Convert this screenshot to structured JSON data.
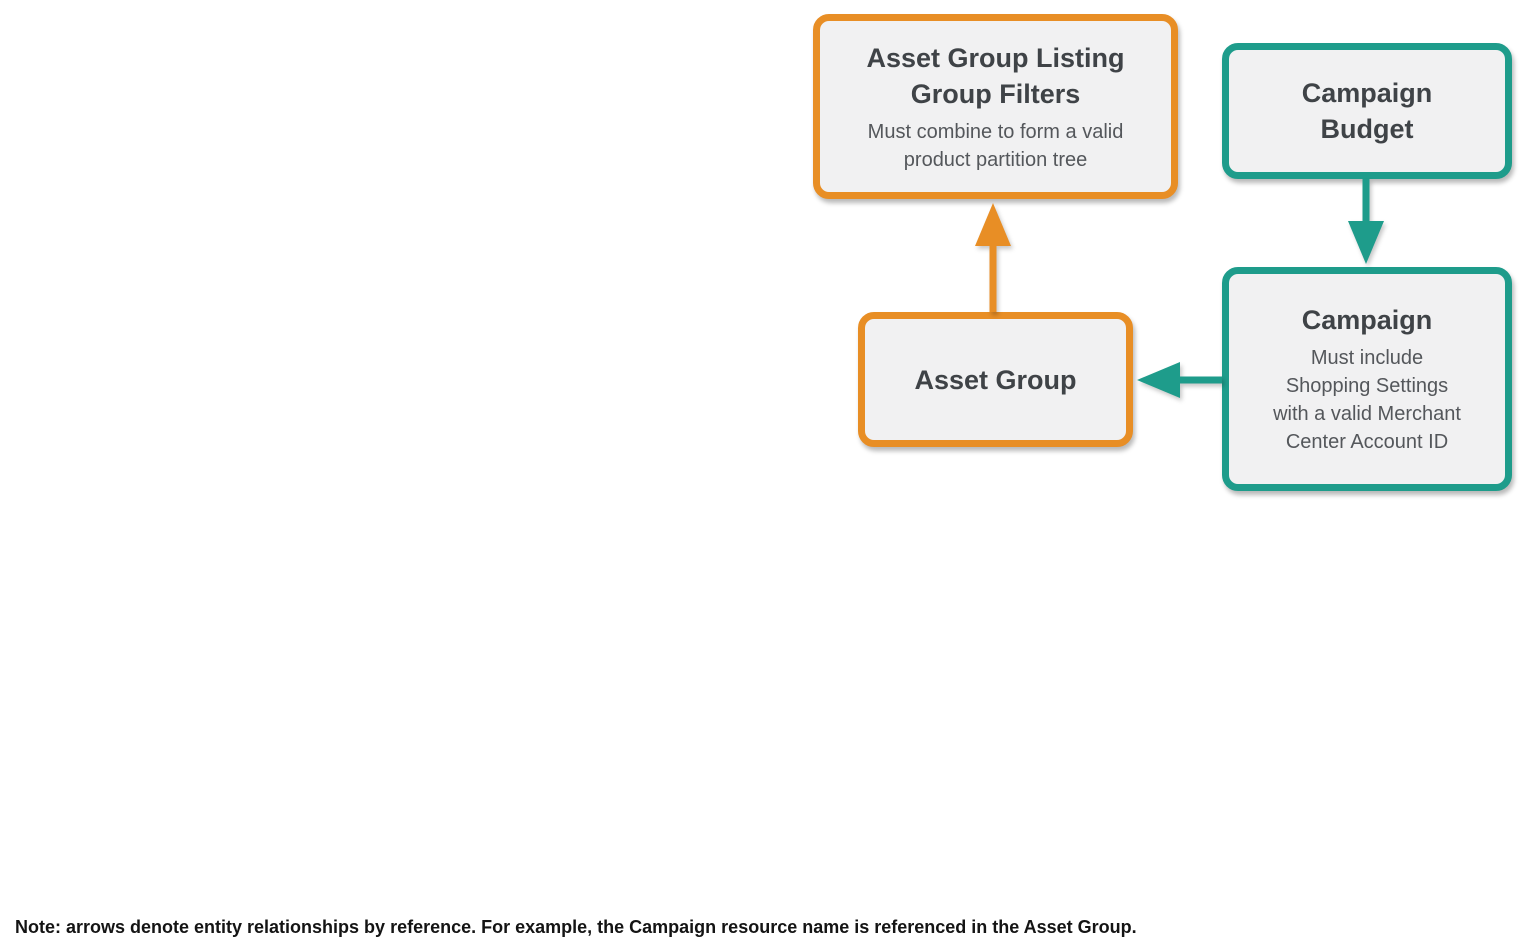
{
  "colors": {
    "orange_accent": "#E88E25",
    "teal_accent": "#1E9C8B",
    "node_background": "#F1F1F2",
    "title_text": "#3F4347",
    "subtitle_text": "#54575B",
    "note_text": "#141414"
  },
  "diagram": {
    "nodes": {
      "listing_filters": {
        "title": "Asset Group Listing\nGroup Filters",
        "subtitle": "Must combine to form a valid\nproduct partition tree",
        "accent": "#E88E25"
      },
      "campaign_budget": {
        "title": "Campaign\nBudget",
        "accent": "#1E9C8B"
      },
      "asset_group": {
        "title": "Asset Group",
        "accent": "#E88E25"
      },
      "campaign": {
        "title": "Campaign",
        "subtitle": "Must include\nShopping Settings\nwith a valid Merchant\nCenter Account ID",
        "accent": "#1E9C8B"
      }
    },
    "edges": [
      {
        "from": "Asset Group",
        "to": "Asset Group Listing Group Filters",
        "color": "#E88E25",
        "direction": "up"
      },
      {
        "from": "Campaign Budget",
        "to": "Campaign",
        "color": "#1E9C8B",
        "direction": "down"
      },
      {
        "from": "Campaign",
        "to": "Asset Group",
        "color": "#1E9C8B",
        "direction": "left"
      }
    ]
  },
  "note": {
    "text": "Note: arrows denote entity relationships by reference. For example, the Campaign resource name is referenced in the Asset Group."
  }
}
